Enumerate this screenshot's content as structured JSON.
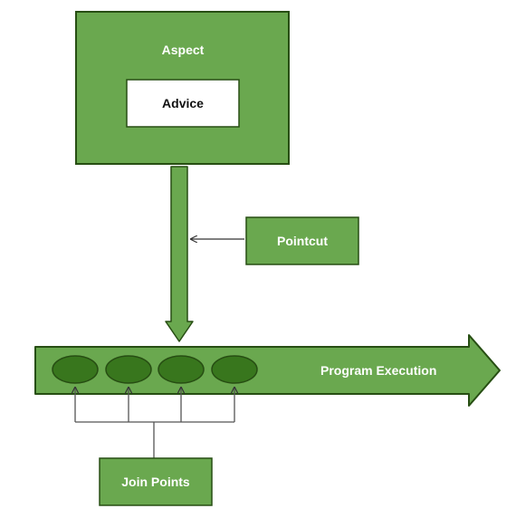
{
  "aspect": {
    "label": "Aspect"
  },
  "advice": {
    "label": "Advice"
  },
  "pointcut": {
    "label": "Pointcut"
  },
  "program_execution": {
    "label": "Program Execution"
  },
  "join_points": {
    "label": "Join Points"
  },
  "colors": {
    "green_fill": "#6aa84f",
    "green_dark": "#38761d",
    "stroke": "#274e13",
    "connector": "#555555"
  }
}
